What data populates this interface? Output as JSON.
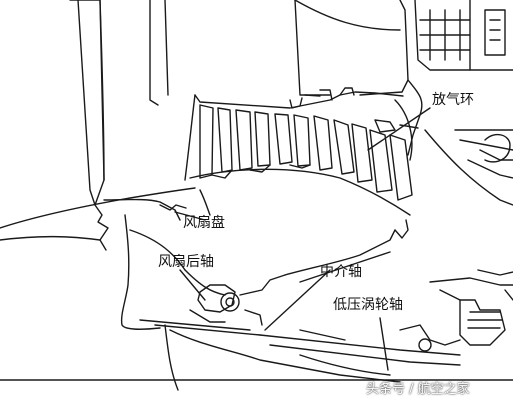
{
  "labels": {
    "bleed_ring": "放气环",
    "fan_disk": "风扇盘",
    "fan_rear_shaft": "风扇后轴",
    "mid_shaft": "中介轴",
    "lpt_shaft": "低压涡轮轴"
  },
  "watermark": "头条号 / 航空之家",
  "colors": {
    "line": "#1a1a1a",
    "background": "#ffffff"
  }
}
